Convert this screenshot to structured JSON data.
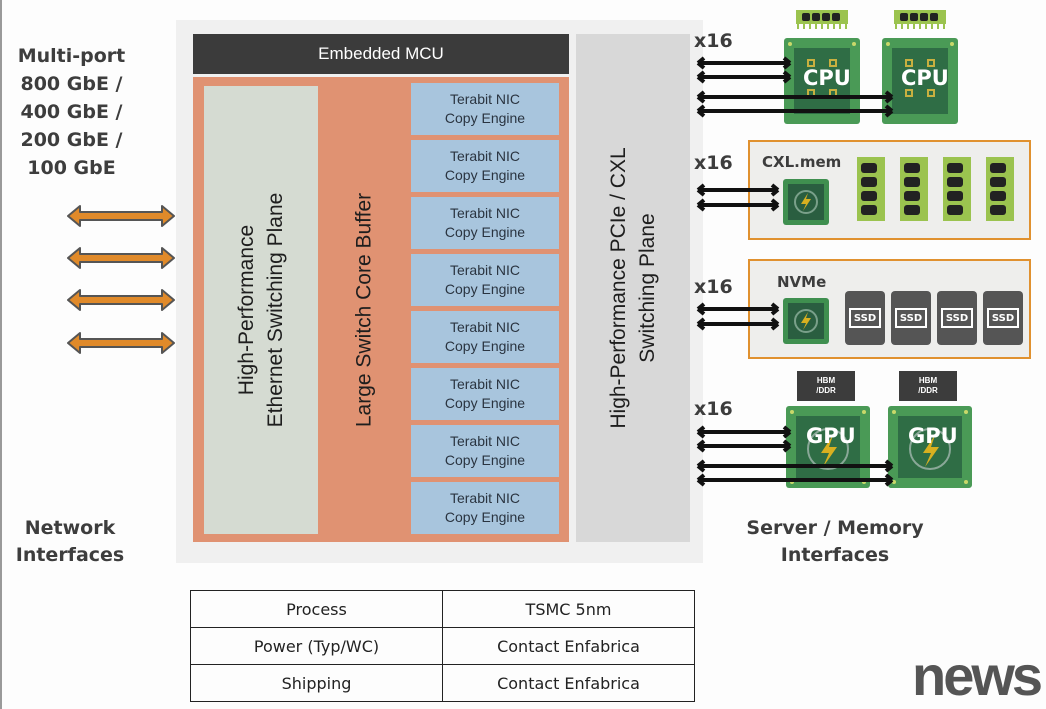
{
  "network": {
    "ports_lines": [
      "Multi-port",
      "800 GbE /",
      "400 GbE /",
      "200 GbE /",
      "100 GbE"
    ],
    "title_lines": [
      "Network",
      "Interfaces"
    ],
    "port_arrow_count": 4
  },
  "chip": {
    "mcu_label": "Embedded MCU",
    "ethernet_plane_lines": [
      "High-Performance",
      "Ethernet Switching Plane"
    ],
    "buffer_label": "Large Switch Core Buffer",
    "nic_engines": [
      {
        "line1": "Terabit NIC",
        "line2": "Copy Engine"
      },
      {
        "line1": "Terabit NIC",
        "line2": "Copy Engine"
      },
      {
        "line1": "Terabit NIC",
        "line2": "Copy Engine"
      },
      {
        "line1": "Terabit NIC",
        "line2": "Copy Engine"
      },
      {
        "line1": "Terabit NIC",
        "line2": "Copy Engine"
      },
      {
        "line1": "Terabit NIC",
        "line2": "Copy Engine"
      },
      {
        "line1": "Terabit NIC",
        "line2": "Copy Engine"
      },
      {
        "line1": "Terabit NIC",
        "line2": "Copy Engine"
      }
    ],
    "pcie_plane_lines": [
      "High-Performance PCIe / CXL",
      "Switching Plane"
    ]
  },
  "server": {
    "title_lines": [
      "Server / Memory",
      "Interfaces"
    ],
    "groups": [
      {
        "lane_label": "x16",
        "kind": "cpu",
        "chips": [
          "CPU",
          "CPU"
        ]
      },
      {
        "lane_label": "x16",
        "kind": "cxl",
        "title": "CXL.mem",
        "dimm_count": 4
      },
      {
        "lane_label": "x16",
        "kind": "nvme",
        "title": "NVMe",
        "ssds": [
          "SSD",
          "SSD",
          "SSD",
          "SSD"
        ]
      },
      {
        "lane_label": "x16",
        "kind": "gpu",
        "chips": [
          "GPU",
          "GPU"
        ],
        "memory": [
          {
            "line1": "HBM",
            "line2": "/DDR"
          },
          {
            "line1": "HBM",
            "line2": "/DDR"
          }
        ]
      }
    ]
  },
  "specs": {
    "rows": [
      {
        "label": "Process",
        "value": "TSMC 5nm"
      },
      {
        "label": "Power (Typ/WC)",
        "value": "Contact Enfabrica"
      },
      {
        "label": "Shipping",
        "value": "Contact Enfabrica"
      }
    ]
  },
  "watermark": "news",
  "colors": {
    "core_buffer": "#e09272",
    "nic_engine": "#a8c5dd",
    "ethernet_plane": "#d5dbd2",
    "pcie_plane": "#d8d8d8",
    "mcu": "#3b3b3b",
    "panel_border": "#e0912f",
    "chip_green": "#3f8f4f",
    "dimm_green": "#9bc34f",
    "eth_arrow": "#e08a2a"
  }
}
